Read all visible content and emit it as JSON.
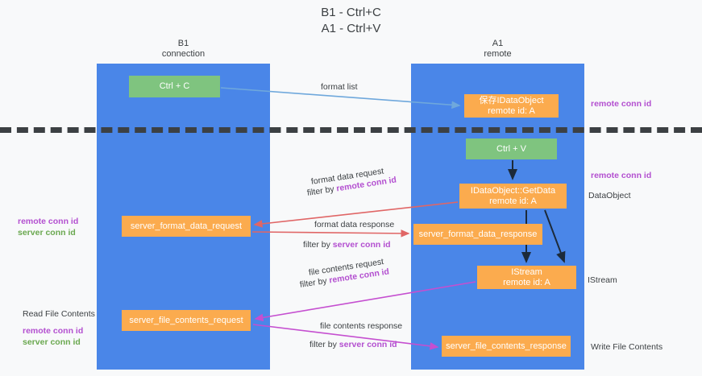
{
  "title": "B1 - Ctrl+C\nA1 - Ctrl+V",
  "columns": [
    {
      "name": "B1",
      "role": "connection",
      "label": "B1\nconnection"
    },
    {
      "name": "A1",
      "role": "remote",
      "label": "A1\nremote"
    }
  ],
  "nodes": {
    "ctrl_c": "Ctrl + C",
    "data_object": "保存IDataObject\nremote id: A",
    "ctrl_v": "Ctrl + V",
    "get_data": "IDataObject::GetData\nremote id: A",
    "server_format_data_request": "server_format_data_request",
    "server_format_data_response": "server_format_data_response",
    "istream": "IStream\nremote id: A",
    "server_file_contents_request": "server_file_contents_request",
    "server_file_contents_response": "server_file_contents_response"
  },
  "edges": {
    "format_list": "format list",
    "format_data_request": "format data request",
    "format_data_request_filter_prefix": "filter by ",
    "format_data_request_filter_key": "remote conn id",
    "format_data_response": "format data response",
    "format_data_response_filter_prefix": "filter by ",
    "format_data_response_filter_key": "server conn id",
    "file_contents_request": "file contents request",
    "file_contents_request_filter_prefix": "filter by ",
    "file_contents_request_filter_key": "remote conn id",
    "file_contents_response": "file contents response",
    "file_contents_response_filter_prefix": "filter by ",
    "file_contents_response_filter_key": "server conn id"
  },
  "annotations": {
    "left_mid_remote": "remote conn id",
    "left_mid_server": "server conn id",
    "left_bottom_title": "Read File Contents",
    "left_bottom_remote": "remote conn id",
    "left_bottom_server": "server conn id",
    "right_top_remote": "remote conn id",
    "right_mid_remote": "remote conn id",
    "right_dataobject": "DataObject",
    "right_istream": "IStream",
    "right_write": "Write File Contents"
  },
  "colors": {
    "lane": "#4a86e8",
    "green_box": "#7fc47f",
    "orange_box": "#fbab4e",
    "remote_conn_id": "#b34fd0",
    "server_conn_id": "#6aa84f",
    "arrow_blue": "#6fa8dc",
    "arrow_red": "#e06666",
    "arrow_magenta": "#c54fd0",
    "arrow_dark": "#1c2a3a",
    "divider": "#3c4043",
    "background": "#f8f9fa"
  }
}
